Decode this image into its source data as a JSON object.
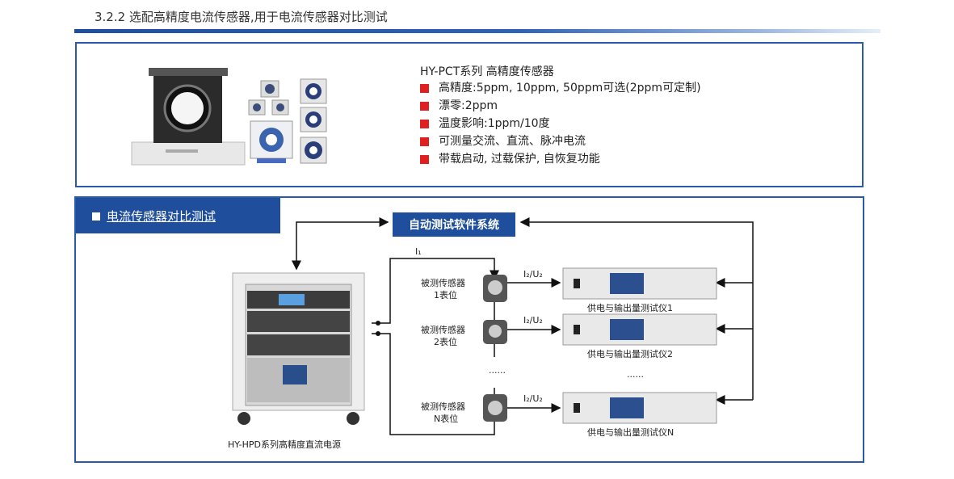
{
  "header": {
    "title": "3.2.2 选配高精度电流传感器,用于电流传感器对比测试"
  },
  "product": {
    "title": "HY-PCT系列 高精度传感器",
    "features": [
      "高精度:5ppm, 10ppm, 50ppm可选(2ppm可定制)",
      "漂零:2ppm",
      "温度影响:1ppm/10度",
      "可测量交流、直流、脉冲电流",
      "带载启动, 过载保护, 自恢复功能"
    ]
  },
  "diagram": {
    "tab_label": "电流传感器对比测试",
    "software": "自动测试软件系统",
    "power_supply": "HY-HPD系列高精度直流电源",
    "i1": "I₁",
    "i2u2": "I₂/U₂",
    "sensors": [
      "被测传感器",
      "1表位",
      "被测传感器",
      "2表位",
      "被测传感器",
      "N表位"
    ],
    "meters": [
      "供电与输出量测试仪1",
      "供电与输出量测试仪2",
      "供电与输出量测试仪N"
    ],
    "ellipsis": "......"
  },
  "colors": {
    "brand_blue": "#1f4f9c",
    "bullet_red": "#e02020",
    "border_blue": "#2a5ba8"
  }
}
